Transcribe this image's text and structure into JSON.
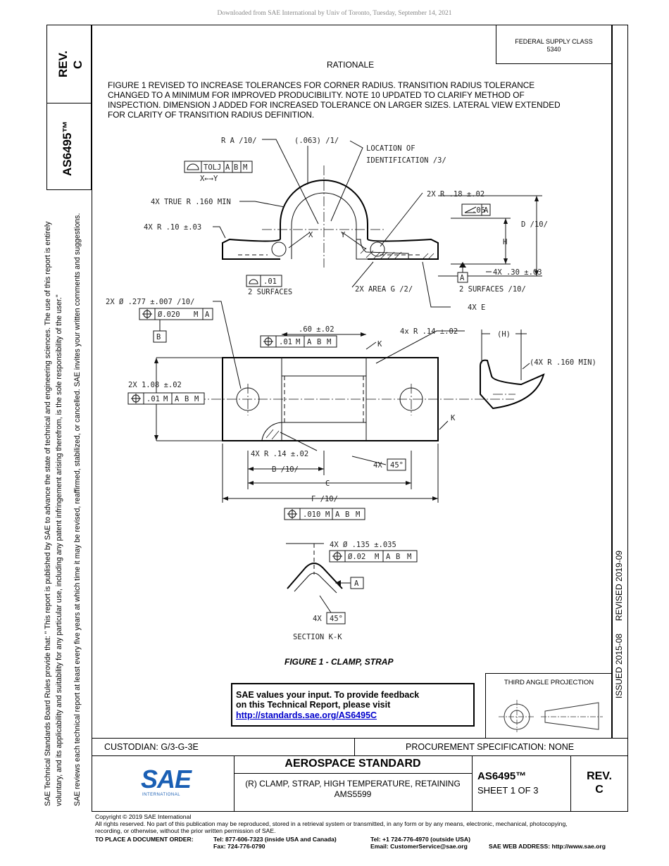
{
  "download_notice": "Downloaded from SAE International by Univ of Toronto, Tuesday, September 14, 2021",
  "left_panel": {
    "rev_label": "REV.",
    "rev_value": "C",
    "doc_number": "AS6495™",
    "policy_line1": "SAE Technical Standards Board Rules provide that: \"  This report is published by SAE to advance the state of technical and engineering sciences. The use of this report is entirely",
    "policy_line2": "voluntary, and its applicability and suitability for any particular use, including any patent infringement arising therefrom, is the sole responsibility of the user.\"",
    "policy_line3": "SAE reviews each technical report at least every five years at which time it may be revised, reaffirmed, stabilized, or cancelled. SAE invites your written comments and suggestions."
  },
  "right_panel": {
    "issued": "ISSUED 2015-08",
    "revised": "REVISED 2019-09"
  },
  "federal_supply": {
    "label": "FEDERAL SUPPLY CLASS",
    "value": "5340"
  },
  "rationale": {
    "heading": "RATIONALE",
    "line1": "FIGURE 1 REVISED TO INCREASE TOLERANCES FOR CORNER RADIUS. TRANSITION RADIUS TOLERANCE",
    "line2": "CHANGED TO A MINIMUM FOR IMPROVED PRODUCIBILITY. NOTE 10 UPDATED TO CLARIFY METHOD OF",
    "line3": "INSPECTION. DIMENSION J ADDED FOR INCREASED TOLERANCE ON LARGER SIZES. LATERAL VIEW EXTENDED",
    "line4": "FOR CLARITY OF TRANSITION RADIUS DEFINITION."
  },
  "drawing": {
    "ra": "R A /10/",
    "dim063": "(.063) /1/",
    "location1": "LOCATION OF",
    "location2": "IDENTIFICATION /3/",
    "tolj_fcf": "TOLJ",
    "fcf_a": "A",
    "fcf_b": "B",
    "fcf_m": "M",
    "x_arrow_y": "X←→Y",
    "true_r": "4X TRUE R .160 MIN",
    "r10": "4X R .10 ±.03",
    "r18": "2X R .18 ±.02",
    "ang05": ".05",
    "d10": "D /10/",
    "h": "H",
    "x": "X",
    "y": "Y",
    "flat01": ".01",
    "two_surfaces": "2 SURFACES",
    "area_g": "2X AREA G /2/",
    "datum_a": "A",
    "two_surfaces10": "2 SURFACES /10/",
    "r30": "4X .30 ±.03",
    "four_e": "4X E",
    "hole277": "2X Ø .277 ±.007 /10/",
    "pos020": "Ø.020",
    "datum_b": "B",
    "dim60": ".60 ±.02",
    "pos01": ".01",
    "k": "K",
    "r14a": "4x R .14 ±.02",
    "h_paren": "(H)",
    "r160": "(4X R .160 MIN)",
    "dim108": "2X 1.08 ±.02",
    "r14b": "4X R .14 ±.02",
    "b10": "B /10/",
    "four_x": "4X",
    "deg45": "45°",
    "c": "C",
    "f10": "F /10/",
    "pos010": ".010",
    "hole135": "4X Ø .135 ±.035",
    "pos02": "Ø.02",
    "section": "SECTION K-K"
  },
  "figure_caption": "FIGURE 1 - CLAMP, STRAP",
  "feedback": {
    "line1": "SAE values your input. To provide feedback",
    "line2": "on this Technical Report, please visit",
    "link": "http://standards.sae.org/AS6495C"
  },
  "third_angle": "THIRD ANGLE PROJECTION",
  "custodian": "CUSTODIAN: G/3-G-3E",
  "procurement": "PROCUREMENT SPECIFICATION: NONE",
  "title_block": {
    "logo_text": "SAE",
    "logo_sub": "INTERNATIONAL",
    "heading": "AEROSPACE STANDARD",
    "title_line1": "(R) CLAMP, STRAP, HIGH TEMPERATURE, RETAINING",
    "title_line2": "AMS5599",
    "doc_number": "AS6495™",
    "sheet": "SHEET 1 OF 3",
    "rev_label": "REV.",
    "rev_value": "C"
  },
  "footer": {
    "copyright": "Copyright © 2019 SAE International",
    "rights1": "All rights reserved. No part of this publication may be reproduced, stored in a retrieval system or transmitted, in any form or by any means, electronic, mechanical, photocopying,",
    "rights2": "recording, or otherwise, without the prior written permission of SAE.",
    "order_label": "TO PLACE A DOCUMENT ORDER:",
    "tel_usa": "Tel: 877-606-7323 (inside USA and Canada)",
    "fax": "Fax: 724-776-0790",
    "tel_out": "Tel: +1 724-776-4970 (outside USA)",
    "email": "Email: CustomerService@sae.org",
    "web": "SAE WEB ADDRESS: http://www.sae.org"
  }
}
